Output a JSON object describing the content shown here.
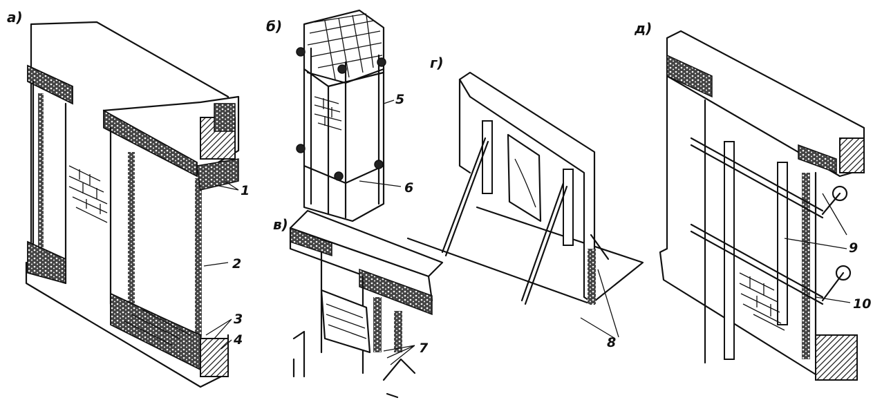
{
  "figure": {
    "panels": [
      {
        "id": "a",
        "label": "а)"
      },
      {
        "id": "b",
        "label": "б)"
      },
      {
        "id": "v_lower",
        "label": "в)"
      },
      {
        "id": "g",
        "label": "г)"
      },
      {
        "id": "d",
        "label": "д)"
      }
    ],
    "callouts": [
      "1",
      "2",
      "3",
      "4",
      "5",
      "6",
      "7",
      "8",
      "9",
      "10"
    ]
  }
}
